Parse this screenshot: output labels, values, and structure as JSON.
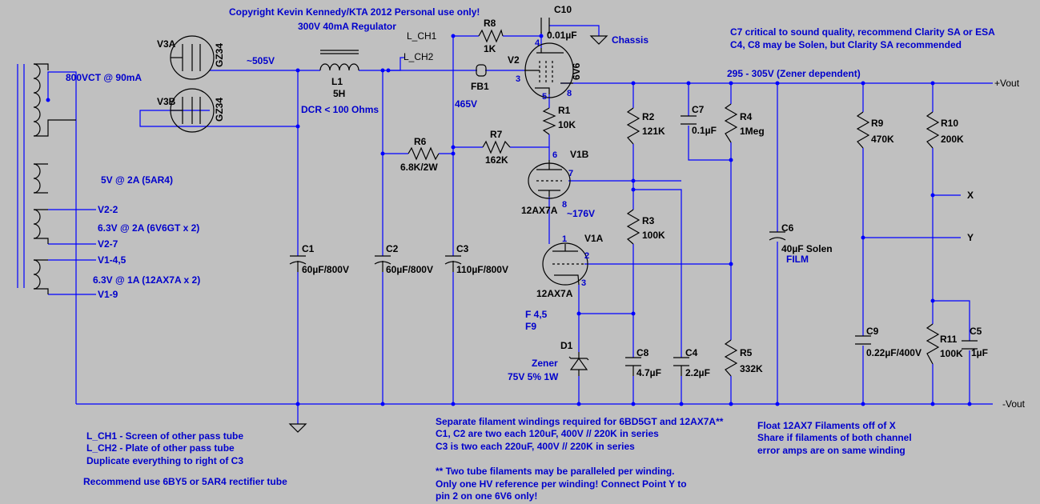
{
  "notes": {
    "copyright": "Copyright Kevin Kennedy/KTA 2012 Personal use only!",
    "regulator": "300V 40mA Regulator",
    "critical_1": "C7 critical to sound quality, recommend Clarity SA or ESA",
    "critical_2": "C4, C8 may be Solen, but Clarity SA recommended",
    "voltage_out": "295 - 305V (Zener dependent)",
    "dcr": "DCR < 100 Ohms",
    "v_505": "~505V",
    "v_465": "465V",
    "v_176": "~176V",
    "bl_1": "L_CH1 - Screen of other pass tube",
    "bl_2": "L_CH2 - Plate of other pass tube",
    "bl_3": "Duplicate everything to right of C3",
    "bl_4": "Recommend use 6BY5 or 5AR4 rectifier tube",
    "bm_1": "Separate filament windings required for 6BD5GT and 12AX7A**",
    "bm_2": "C1, C2 are two each 120uF, 400V // 220K in series",
    "bm_3": "C3 is two each 220uF, 400V // 220K in series",
    "bm_4": "** Two tube filaments may be paralleled per winding.",
    "bm_5": "Only one HV reference per winding! Connect Point Y to",
    "bm_6": "pin 2 on one 6V6 only!",
    "br_1": "Float 12AX7 Filaments off of X",
    "br_2": "Share if filaments of both channel",
    "br_3": "error amps are on same winding"
  },
  "transformer": {
    "hv": "800VCT @ 90mA",
    "fil_5v": "5V @ 2A (5AR4)",
    "fil_63a": "6.3V @ 2A (6V6GT x 2)",
    "fil_63b": "6.3V @ 1A (12AX7A x 2)",
    "v2_2": "V2-2",
    "v2_7": "V2-7",
    "v1_45": "V1-4,5",
    "v1_9": "V1-9"
  },
  "tubes": {
    "v3a": "V3A",
    "v3a_type": "GZ34",
    "v3b": "V3B",
    "v3b_type": "GZ34",
    "v2": "V2",
    "v2_type": "6V6",
    "v1b": "V1B",
    "v1b_type": "12AX7A",
    "v1a": "V1A",
    "v1a_type": "12AX7A"
  },
  "pins": {
    "p4": "4",
    "p3": "3",
    "p5": "5",
    "p8": "8",
    "p6": "6",
    "p7": "7",
    "p8b": "8",
    "p1": "1",
    "p2": "2",
    "p3b": "3",
    "f45": "F 4,5",
    "f9": "F9"
  },
  "components": {
    "L1": "L1",
    "L1_val": "5H",
    "FB1": "FB1",
    "R8": "R8",
    "R8_val": "1K",
    "C10": "C10",
    "C10_val": "0.01µF",
    "chassis": "Chassis",
    "L_CH1": "L_CH1",
    "L_CH2": "L_CH2",
    "R1": "R1",
    "R1_val": "10K",
    "R6": "R6",
    "R6_val": "6.8K/2W",
    "R7": "R7",
    "R7_val": "162K",
    "R2": "R2",
    "R2_val": "121K",
    "R3": "R3",
    "R3_val": "100K",
    "C7": "C7",
    "C7_val": "0.1µF",
    "R4": "R4",
    "R4_val": "1Meg",
    "R5": "R5",
    "R5_val": "332K",
    "C1": "C1",
    "C1_val": "60µF/800V",
    "C2": "C2",
    "C2_val": "60µF/800V",
    "C3": "C3",
    "C3_val": "110µF/800V",
    "C6": "C6",
    "C6_val": "40µF Solen",
    "C6_val2": "FILM",
    "C8": "C8",
    "C8_val": "4.7µF",
    "C4": "C4",
    "C4_val": "2.2µF",
    "D1": "D1",
    "D1_type": "Zener",
    "D1_val": "75V 5% 1W",
    "R9": "R9",
    "R9_val": "470K",
    "R10": "R10",
    "R10_val": "200K",
    "R11": "R11",
    "R11_val": "100K",
    "C9": "C9",
    "C9_val": "0.22µF/400V",
    "C5": "C5",
    "C5_val": "1µF"
  },
  "outputs": {
    "vout_pos": "+Vout",
    "vout_neg": "-Vout",
    "x": "X",
    "y": "Y"
  }
}
